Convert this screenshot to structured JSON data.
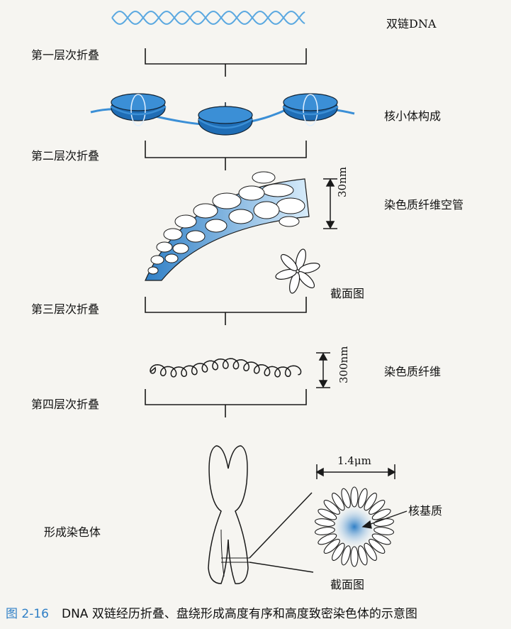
{
  "labels": {
    "dna": "双链DNA",
    "fold1": "第一层次折叠",
    "nucleosome": "核小体构成",
    "fold2": "第二层次折叠",
    "fiber_tube": "染色质纤维空管",
    "dim_30": "30nm",
    "cross_section_1": "截面图",
    "fold3": "第三层次折叠",
    "fiber": "染色质纤维",
    "dim_300": "300nm",
    "fold4": "第四层次折叠",
    "chromosome": "形成染色体",
    "dim_14": "1.4μm",
    "nuclear_matrix": "核基质",
    "cross_section_2": "截面图"
  },
  "caption": {
    "number": "图 2-16",
    "text": "DNA 双链经历折叠、盘绕形成高度有序和高度致密染色体的示意图"
  },
  "colors": {
    "accent_blue": "#2f7fc6",
    "light_blue": "#8fc6ee",
    "line": "#1a1a1a"
  }
}
